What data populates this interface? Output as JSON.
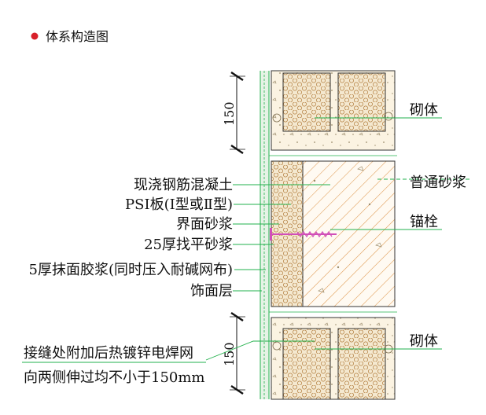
{
  "header": {
    "title": "体系构造图"
  },
  "colors": {
    "bullet": "#d8202a",
    "leader": "#22b14c",
    "hatch": "#e09a52",
    "block": "#fbf3e2",
    "insul": "#f3ead7",
    "dim": "#111111"
  },
  "dimensions": {
    "top": "150",
    "bottom": "150"
  },
  "labels": {
    "left": [
      "现浇钢筋混凝土",
      "PSI板(Ⅰ型或Ⅱ型)",
      "界面砂浆",
      "25厚找平砂浆",
      "5厚抹面胶浆(同时压入耐碱网布)",
      "饰面层"
    ],
    "bottom_note": [
      "接缝处附加后热镀锌电焊网",
      "向两侧伸过均不小于150mm"
    ],
    "right": {
      "masonry_top": "砌体",
      "common_mortar": "普通砂浆",
      "anchor": "锚栓",
      "masonry_bottom": "砌体"
    }
  }
}
